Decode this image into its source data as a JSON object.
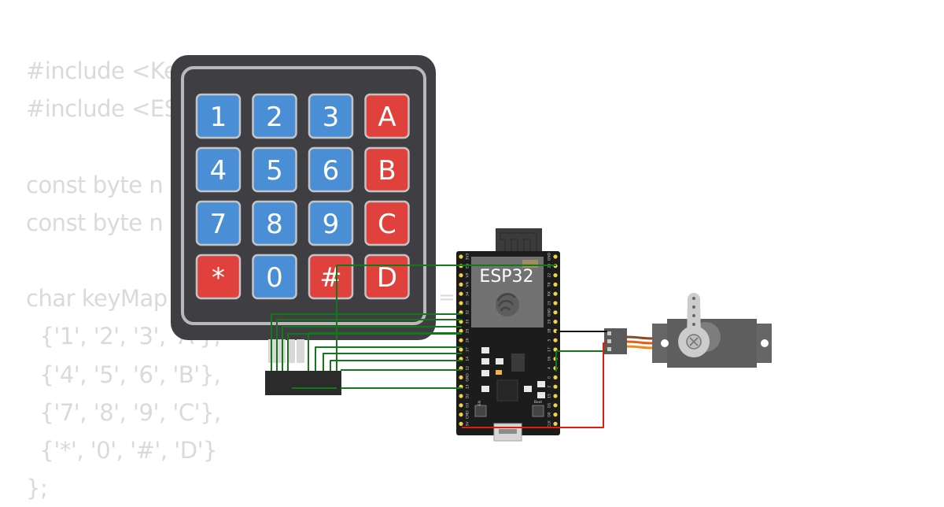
{
  "code_lines": [
    "#include <Ke",
    "#include <ES",
    "",
    "const byte n",
    "const byte n",
    "",
    "char keyMap",
    "  {'1', '2', '3', 'A'},",
    "  {'4', '5', '6', 'B'},",
    "  {'7', '8', '9', 'C'},",
    "  {'*', '0', '#', 'D'}",
    "};"
  ],
  "code_fragment_equals": "=",
  "keypad": {
    "rows": [
      [
        "1",
        "2",
        "3",
        "A"
      ],
      [
        "4",
        "5",
        "6",
        "B"
      ],
      [
        "7",
        "8",
        "9",
        "C"
      ],
      [
        "*",
        "0",
        "#",
        "D"
      ]
    ]
  },
  "esp32": {
    "label": "ESP32",
    "left_pins": [
      "3V3",
      "EN",
      "VP",
      "VN",
      "34",
      "35",
      "32",
      "33",
      "25",
      "26",
      "27",
      "14",
      "12",
      "GND",
      "13",
      "D2",
      "D3",
      "CMD",
      "5V"
    ],
    "right_pins": [
      "GND",
      "23",
      "22",
      "TX",
      "RX",
      "21",
      "GND",
      "19",
      "18",
      "5",
      "17",
      "16",
      "4",
      "0",
      "2",
      "15",
      "D1",
      "D0",
      "CLK"
    ],
    "button_en": "EN",
    "button_boot": "Boot"
  },
  "colors": {
    "keypad_body": "#3f3e43",
    "key_blue": "#4a8ed6",
    "key_red": "#e0413d",
    "wire_green": "#12791b",
    "wire_red": "#d9200f",
    "board_black": "#1c1c1c"
  }
}
